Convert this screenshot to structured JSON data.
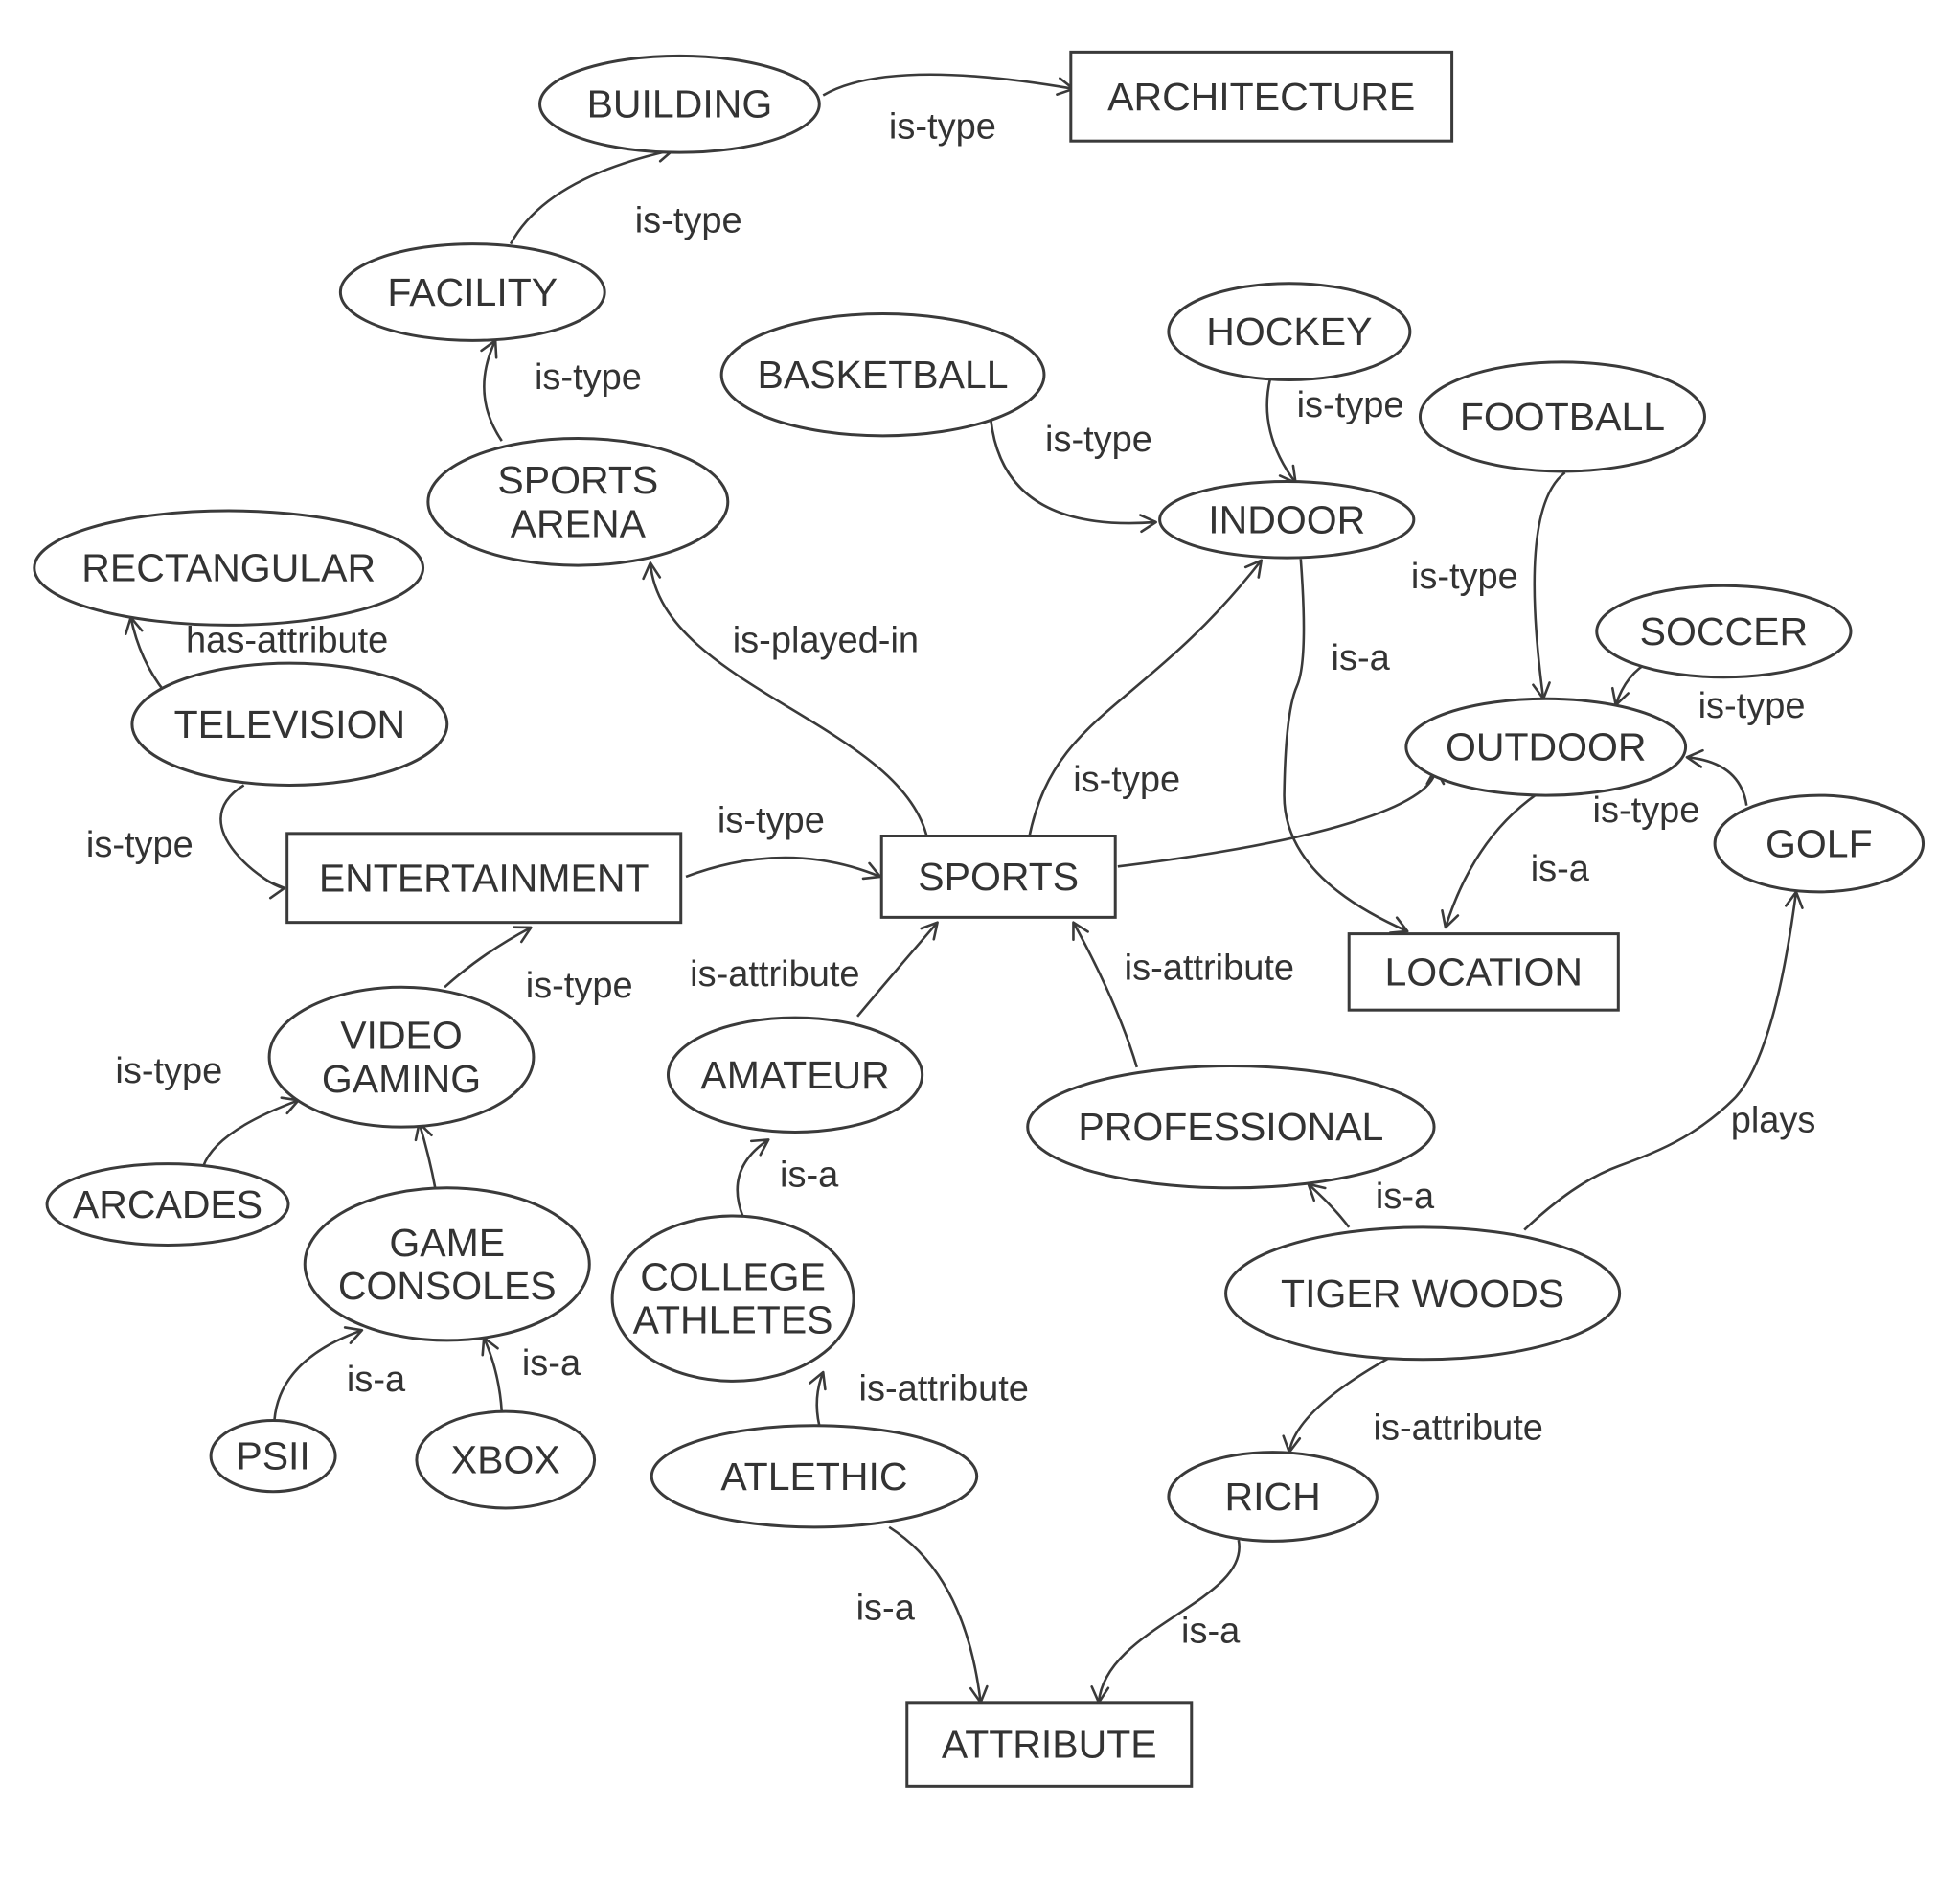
{
  "colors": {
    "ink": "#3a3a3a",
    "text": "#333333",
    "background": "#ffffff"
  },
  "nodes": [
    {
      "id": "building",
      "shape": "ellipse",
      "lines": [
        "BUILDING"
      ]
    },
    {
      "id": "architecture",
      "shape": "box",
      "lines": [
        "ARCHITECTURE"
      ]
    },
    {
      "id": "facility",
      "shape": "ellipse",
      "lines": [
        "FACILITY"
      ]
    },
    {
      "id": "hockey",
      "shape": "ellipse",
      "lines": [
        "HOCKEY"
      ]
    },
    {
      "id": "basketball",
      "shape": "ellipse",
      "lines": [
        "BASKETBALL"
      ]
    },
    {
      "id": "football",
      "shape": "ellipse",
      "lines": [
        "FOOTBALL"
      ]
    },
    {
      "id": "sports-arena",
      "shape": "ellipse",
      "lines": [
        "SPORTS",
        "ARENA"
      ]
    },
    {
      "id": "indoor",
      "shape": "ellipse",
      "lines": [
        "INDOOR"
      ]
    },
    {
      "id": "rectangular",
      "shape": "ellipse",
      "lines": [
        "RECTANGULAR"
      ]
    },
    {
      "id": "soccer",
      "shape": "ellipse",
      "lines": [
        "SOCCER"
      ]
    },
    {
      "id": "television",
      "shape": "ellipse",
      "lines": [
        "TELEVISION"
      ]
    },
    {
      "id": "outdoor",
      "shape": "ellipse",
      "lines": [
        "OUTDOOR"
      ]
    },
    {
      "id": "golf",
      "shape": "ellipse",
      "lines": [
        "GOLF"
      ]
    },
    {
      "id": "entertainment",
      "shape": "box",
      "lines": [
        "ENTERTAINMENT"
      ]
    },
    {
      "id": "sports",
      "shape": "box",
      "lines": [
        "SPORTS"
      ]
    },
    {
      "id": "location",
      "shape": "box",
      "lines": [
        "LOCATION"
      ]
    },
    {
      "id": "video-gaming",
      "shape": "ellipse",
      "lines": [
        "VIDEO",
        "GAMING"
      ]
    },
    {
      "id": "amateur",
      "shape": "ellipse",
      "lines": [
        "AMATEUR"
      ]
    },
    {
      "id": "professional",
      "shape": "ellipse",
      "lines": [
        "PROFESSIONAL"
      ]
    },
    {
      "id": "arcades",
      "shape": "ellipse",
      "lines": [
        "ARCADES"
      ]
    },
    {
      "id": "game-consoles",
      "shape": "ellipse",
      "lines": [
        "GAME",
        "CONSOLES"
      ]
    },
    {
      "id": "college-athletes",
      "shape": "ellipse",
      "lines": [
        "COLLEGE",
        "ATHLETES"
      ]
    },
    {
      "id": "tiger-woods",
      "shape": "ellipse",
      "lines": [
        "TIGER WOODS"
      ]
    },
    {
      "id": "psii",
      "shape": "ellipse",
      "lines": [
        "PSII"
      ]
    },
    {
      "id": "xbox",
      "shape": "ellipse",
      "lines": [
        "XBOX"
      ]
    },
    {
      "id": "atlethic",
      "shape": "ellipse",
      "lines": [
        "ATLETHIC"
      ]
    },
    {
      "id": "rich",
      "shape": "ellipse",
      "lines": [
        "RICH"
      ]
    },
    {
      "id": "attribute",
      "shape": "box",
      "lines": [
        "ATTRIBUTE"
      ]
    }
  ],
  "edges": [
    {
      "id": "e1",
      "source": "building",
      "target": "architecture",
      "label": "is-type"
    },
    {
      "id": "e2",
      "source": "facility",
      "target": "building",
      "label": "is-type"
    },
    {
      "id": "e3",
      "source": "sports-arena",
      "target": "facility",
      "label": "is-type"
    },
    {
      "id": "e4",
      "source": "basketball",
      "target": "indoor",
      "label": "is-type"
    },
    {
      "id": "e5",
      "source": "hockey",
      "target": "indoor",
      "label": "is-type"
    },
    {
      "id": "e6",
      "source": "football",
      "target": "outdoor",
      "label": "is-type"
    },
    {
      "id": "e7",
      "source": "indoor",
      "target": "location",
      "label": "is-a"
    },
    {
      "id": "e8",
      "source": "sports",
      "target": "sports-arena",
      "label": "is-played-in"
    },
    {
      "id": "e9",
      "source": "sports",
      "target": "indoor",
      "label": "is-type"
    },
    {
      "id": "e10",
      "source": "sports",
      "target": "outdoor",
      "label": ""
    },
    {
      "id": "e11",
      "source": "television",
      "target": "rectangular",
      "label": "has-attribute"
    },
    {
      "id": "e12",
      "source": "television",
      "target": "entertainment",
      "label": "is-type"
    },
    {
      "id": "e13",
      "source": "entertainment",
      "target": "sports",
      "label": "is-type"
    },
    {
      "id": "e14",
      "source": "soccer",
      "target": "outdoor",
      "label": "is-type"
    },
    {
      "id": "e15",
      "source": "golf",
      "target": "outdoor",
      "label": "is-type"
    },
    {
      "id": "e16",
      "source": "outdoor",
      "target": "location",
      "label": "is-a"
    },
    {
      "id": "e17",
      "source": "video-gaming",
      "target": "entertainment",
      "label": "is-type"
    },
    {
      "id": "e18",
      "source": "amateur",
      "target": "sports",
      "label": "is-attribute"
    },
    {
      "id": "e19",
      "source": "professional",
      "target": "sports",
      "label": "is-attribute"
    },
    {
      "id": "e20",
      "source": "arcades",
      "target": "video-gaming",
      "label": "is-type"
    },
    {
      "id": "e21",
      "source": "game-consoles",
      "target": "video-gaming",
      "label": ""
    },
    {
      "id": "e22",
      "source": "college-athletes",
      "target": "amateur",
      "label": "is-a"
    },
    {
      "id": "e23",
      "source": "tiger-woods",
      "target": "professional",
      "label": "is-a"
    },
    {
      "id": "e24",
      "source": "tiger-woods",
      "target": "golf",
      "label": "plays"
    },
    {
      "id": "e25",
      "source": "psii",
      "target": "game-consoles",
      "label": "is-a"
    },
    {
      "id": "e26",
      "source": "xbox",
      "target": "game-consoles",
      "label": "is-a"
    },
    {
      "id": "e27",
      "source": "atlethic",
      "target": "college-athletes",
      "label": "is-attribute"
    },
    {
      "id": "e28",
      "source": "tiger-woods",
      "target": "rich",
      "label": "is-attribute"
    },
    {
      "id": "e29",
      "source": "atlethic",
      "target": "attribute",
      "label": "is-a"
    },
    {
      "id": "e30",
      "source": "rich",
      "target": "attribute",
      "label": "is-a"
    }
  ]
}
